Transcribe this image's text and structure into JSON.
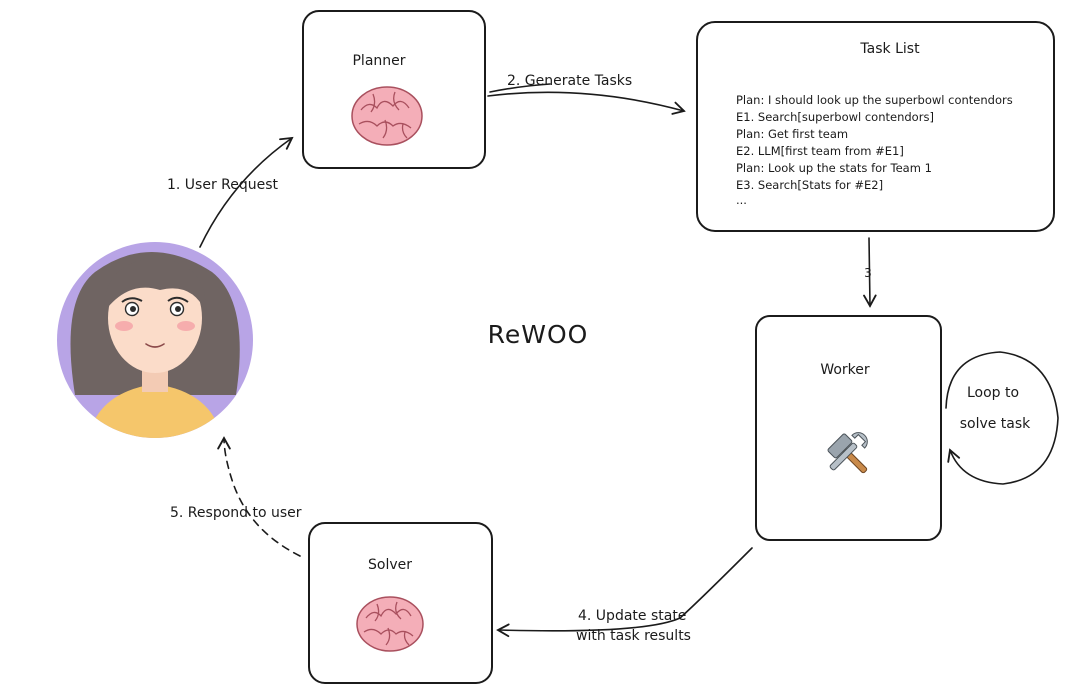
{
  "title": "ReWOO",
  "nodes": {
    "planner": {
      "label": "Planner",
      "icon": "brain-icon"
    },
    "task_list": {
      "label": "Task List",
      "lines": [
        "Plan: I should look up the superbowl contendors",
        "E1. Search[superbowl contendors]",
        "Plan: Get first team",
        "E2. LLM[first team from #E1]",
        "Plan: Look up the stats for Team 1",
        "E3. Search[Stats for #E2]",
        "..."
      ]
    },
    "worker": {
      "label": "Worker",
      "icon": "hammer-and-wrench-icon"
    },
    "solver": {
      "label": "Solver",
      "icon": "brain-icon"
    },
    "loop": {
      "line1": "Loop to",
      "line2": "solve task"
    },
    "user": {
      "icon": "user-avatar-icon"
    }
  },
  "edges": {
    "user_request": "1. User Request",
    "generate_tasks": "2. Generate Tasks",
    "step3": "3",
    "update_state_line1": "4. Update state",
    "update_state_line2": "with task results",
    "respond": "5. Respond to user"
  },
  "colors": {
    "stroke": "#1b1b1b",
    "brain": "#f4aeb8",
    "brain_outline": "#a9505e",
    "avatar_bg": "#b8a4e6",
    "hair": "#6f6462",
    "skin": "#fbdcc9",
    "shirt": "#f5c66b"
  }
}
